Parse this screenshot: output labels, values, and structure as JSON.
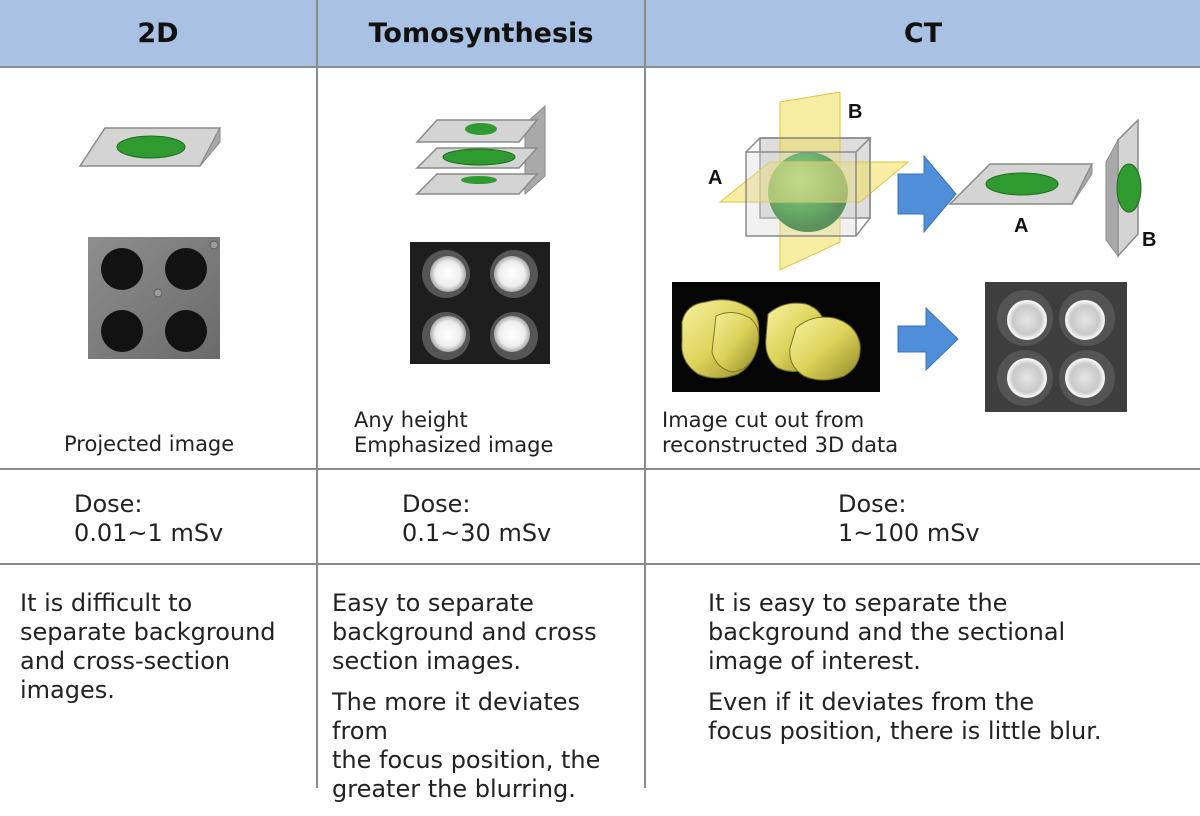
{
  "header": {
    "col1": "2D",
    "col2": "Tomosynthesis",
    "col3": "CT"
  },
  "diagram": {
    "ct_label_a_left": "A",
    "ct_label_b_top": "B",
    "ct_label_a_slice": "A",
    "ct_label_b_slice": "B"
  },
  "captions": {
    "col1": "Projected image",
    "col2_line1": "Any height",
    "col2_line2": "Emphasized image",
    "col3_line1": "Image cut out from",
    "col3_line2": "reconstructed 3D data"
  },
  "dose": {
    "col1_label": "Dose:",
    "col1_value": "0.01~1 mSv",
    "col2_label": "Dose:",
    "col2_value": "0.1~30 mSv",
    "col3_label": "Dose:",
    "col3_value": "1~100 mSv"
  },
  "description": {
    "col1_lines": [
      "It is difficult to",
      "separate background",
      "and cross-section",
      "images."
    ],
    "col2_p1_lines": [
      "Easy to separate",
      "background and cross",
      "section images."
    ],
    "col2_p2_lines": [
      "The more it deviates from",
      "the focus position, the",
      "greater the blurring."
    ],
    "col3_p1_lines": [
      "It is easy to separate the",
      "background and the sectional",
      "image of interest."
    ],
    "col3_p2_lines": [
      "Even if it deviates from the",
      "focus position, there is little blur."
    ]
  },
  "colors": {
    "header_bg": "#a9c2e4",
    "green": "#2f9a2f",
    "arrow_blue": "#4f8fd9",
    "plane_yellow": "#f1e05a",
    "grid_line": "#8a8a8a"
  }
}
